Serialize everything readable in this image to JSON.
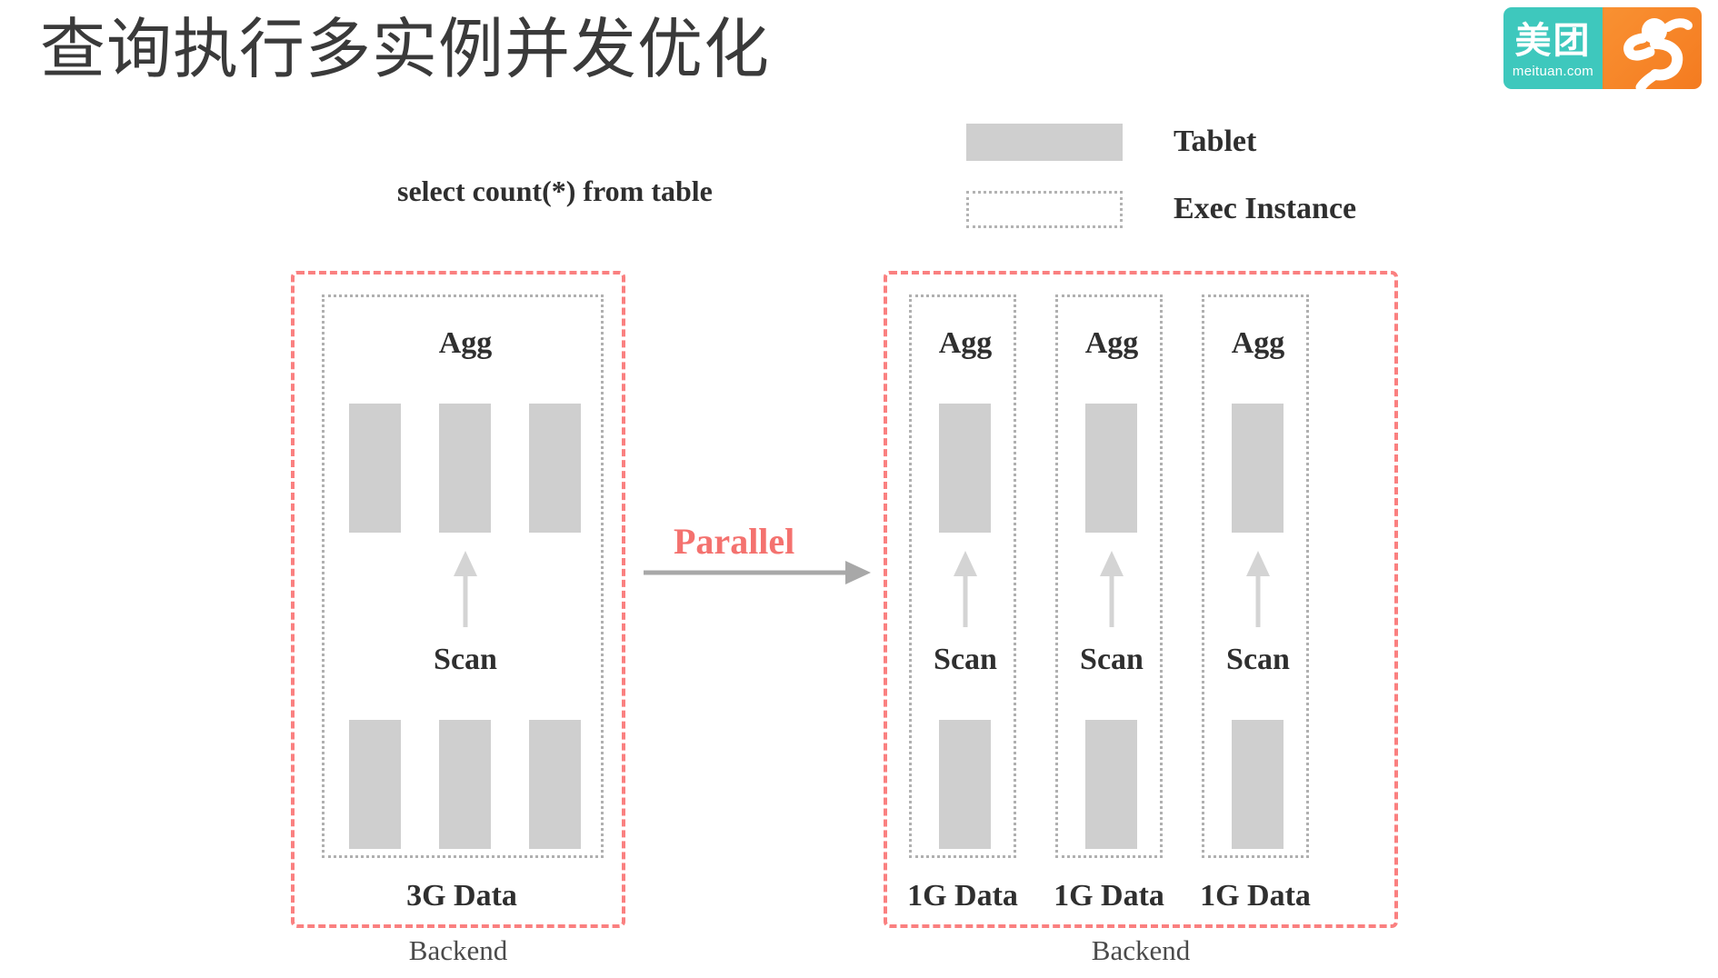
{
  "slide": {
    "title": "查询执行多实例并发优化",
    "sql_caption": "select count(*) from table"
  },
  "logo": {
    "name": "meituan-logo",
    "cn_text": "美团",
    "domain_text": "meituan.com",
    "teal": "#3ec8bd",
    "orange": "#f47b20"
  },
  "legend": {
    "items": [
      {
        "label": "Tablet",
        "style": "filled",
        "swatch_color": "#cfcfcf"
      },
      {
        "label": "Exec Instance",
        "style": "dotted",
        "swatch_color": "#b3b3b3"
      }
    ]
  },
  "transition": {
    "label": "Parallel",
    "label_color": "#f4726f",
    "arrow_color": "#a8a8a8"
  },
  "left_backend": {
    "border_color": "#fa8080",
    "data_label": "3G Data",
    "caption": "Backend",
    "exec_instances": [
      {
        "agg_label": "Agg",
        "scan_label": "Scan",
        "agg_tablets": 3,
        "scan_tablets": 3
      }
    ]
  },
  "right_backend": {
    "border_color": "#fa8080",
    "caption": "Backend",
    "exec_instances": [
      {
        "agg_label": "Agg",
        "scan_label": "Scan",
        "data_label": "1G Data",
        "agg_tablets": 1,
        "scan_tablets": 1
      },
      {
        "agg_label": "Agg",
        "scan_label": "Scan",
        "data_label": "1G Data",
        "agg_tablets": 1,
        "scan_tablets": 1
      },
      {
        "agg_label": "Agg",
        "scan_label": "Scan",
        "data_label": "1G Data",
        "agg_tablets": 1,
        "scan_tablets": 1
      }
    ]
  }
}
